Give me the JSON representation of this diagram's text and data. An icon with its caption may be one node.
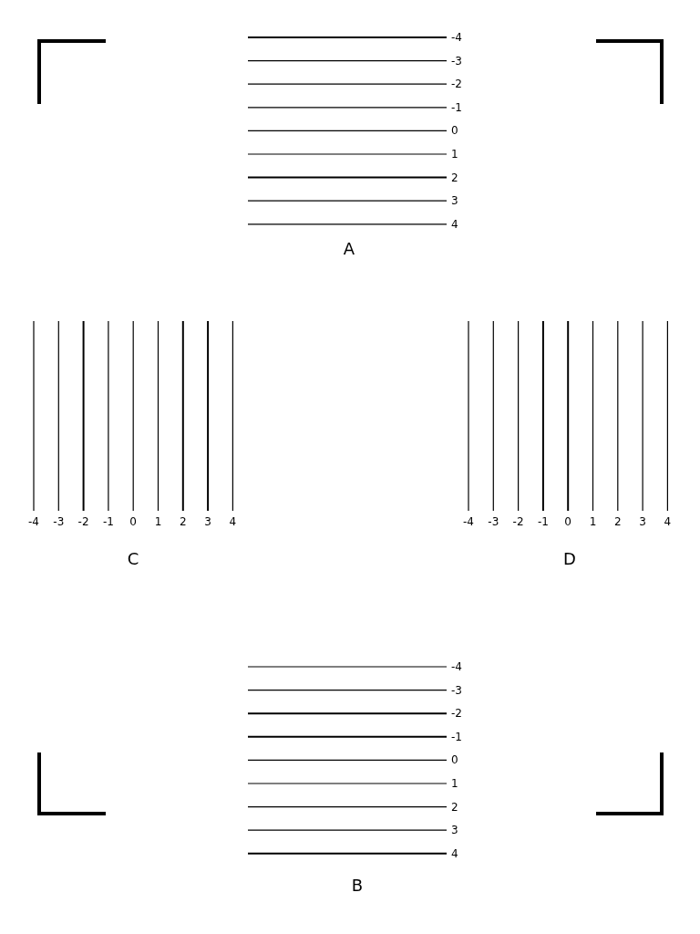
{
  "diagram": {
    "labels": [
      "-4",
      "-3",
      "-2",
      "-1",
      "0",
      "1",
      "2",
      "3",
      "4",
      "A",
      "-4",
      "-3",
      "-2",
      "-1",
      "0",
      "1",
      "2",
      "3",
      "4",
      "-4",
      "-3",
      "-2",
      "-1",
      "0",
      "1",
      "2",
      "3",
      "4",
      "C",
      "D",
      "-4",
      "-3",
      "-2",
      "-1",
      "0",
      "1",
      "2",
      "3",
      "4",
      "B"
    ]
  }
}
